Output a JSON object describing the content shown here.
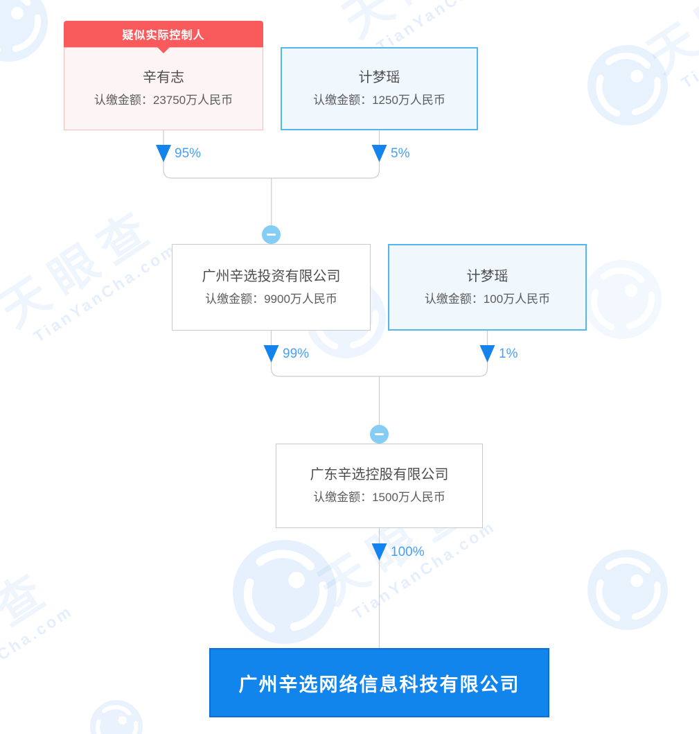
{
  "watermark": {
    "brand_cn": "天眼查",
    "brand_en": "TianYanCha.com"
  },
  "badge": {
    "label": "疑似实际控制人"
  },
  "nodes": {
    "n1": {
      "name": "辛有志",
      "amount": "认缴金额：23750万人民币"
    },
    "n2": {
      "name": "计梦瑶",
      "amount": "认缴金额：1250万人民币"
    },
    "n3": {
      "name": "广州辛选投资有限公司",
      "amount": "认缴金额：9900万人民币"
    },
    "n4": {
      "name": "计梦瑶",
      "amount": "认缴金额：100万人民币"
    },
    "n5": {
      "name": "广东辛选控股有限公司",
      "amount": "认缴金额：1500万人民币"
    },
    "target": {
      "name": "广州辛选网络信息科技有限公司"
    }
  },
  "edges": {
    "e1": {
      "from": "辛有志",
      "to": "广州辛选投资有限公司",
      "label": "95%"
    },
    "e2": {
      "from": "计梦瑶",
      "to": "广州辛选投资有限公司",
      "label": "5%"
    },
    "e3": {
      "from": "广州辛选投资有限公司",
      "to": "广东辛选控股有限公司",
      "label": "99%"
    },
    "e4": {
      "from": "计梦瑶",
      "to": "广东辛选控股有限公司",
      "label": "1%"
    },
    "e5": {
      "from": "广东辛选控股有限公司",
      "to": "广州辛选网络信息科技有限公司",
      "label": "100%"
    }
  },
  "colors": {
    "badge_red": "#f95b5c",
    "red_box_border": "#f5bcbc",
    "red_box_bg": "#fdf5f5",
    "blue_box_border": "#53b6f1",
    "blue_box_bg": "#f0f7fd",
    "gray_box_border": "#c9c9c9",
    "arrow_blue": "#1583ed",
    "percent_blue": "#4a9ff1",
    "line_gray": "#cccccc",
    "collapse_blue": "#86cdf5",
    "target_bg": "#1285ec",
    "target_border": "#0d6fd3"
  }
}
